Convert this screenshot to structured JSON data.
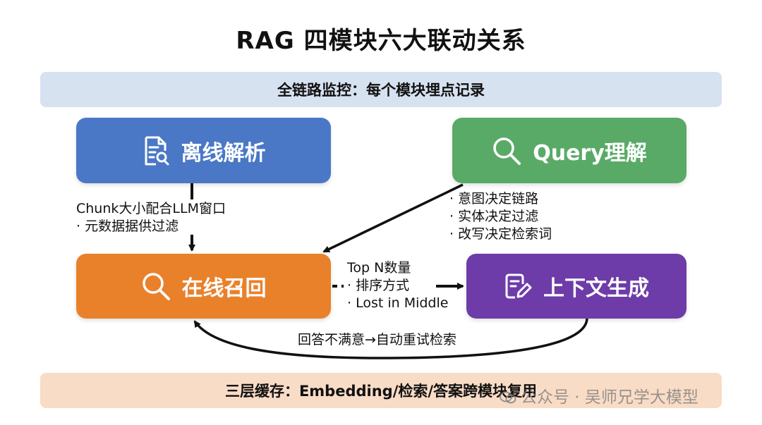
{
  "title": "RAG 四模块六大联动关系",
  "top_band": "全链路监控：每个模块埋点记录",
  "bottom_band": "三层缓存：Embedding/检索/答案跨模块复用",
  "modules": {
    "offline": {
      "label": "离线解析",
      "icon": "document-search-icon",
      "color": "#4a78c6"
    },
    "query": {
      "label": "Query理解",
      "icon": "search-icon",
      "color": "#5aaa67"
    },
    "recall": {
      "label": "在线召回",
      "icon": "search-icon",
      "color": "#e9812b"
    },
    "generation": {
      "label": "上下文生成",
      "icon": "edit-document-icon",
      "color": "#6d3ca9"
    }
  },
  "links": {
    "offline_to_recall": [
      "Chunk大小配合LLM窗口",
      "· 元数据据供过滤"
    ],
    "query_to_recall": [
      "· 意图决定链路",
      "· 实体决定过滤",
      "· 改写决定检索词"
    ],
    "recall_to_generation": [
      "Top N数量",
      "· 排序方式",
      "· Lost in Middle"
    ],
    "generation_to_recall": "回答不满意→自动重试检索"
  },
  "watermark": "公众号 · 吴师兄学大模型"
}
